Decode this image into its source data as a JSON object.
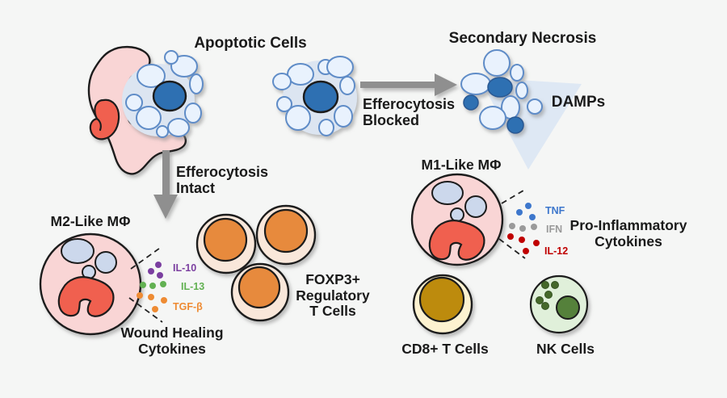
{
  "labels": {
    "apoptotic_cells": "Apoptotic Cells",
    "secondary_necrosis": "Secondary Necrosis",
    "damps": "DAMPs",
    "efferocytosis_blocked_line1": "Efferocytosis",
    "efferocytosis_blocked_line2": "Blocked",
    "efferocytosis_intact_line1": "Efferocytosis",
    "efferocytosis_intact_line2": "Intact",
    "m2_macrophage": "M2-Like MΦ",
    "m1_macrophage": "M1-Like MΦ",
    "wound_healing_line1": "Wound Healing",
    "wound_healing_line2": "Cytokines",
    "foxp3_line1": "FOXP3+",
    "foxp3_line2": "Regulatory",
    "foxp3_line3": "T Cells",
    "pro_inflammatory_line1": "Pro-Inflammatory",
    "pro_inflammatory_line2": "Cytokines",
    "cd8_t_cells": "CD8+ T Cells",
    "nk_cells": "NK Cells"
  },
  "cytokines": {
    "m2_wound_healing": [
      "IL-10",
      "IL-13",
      "TGF-β"
    ],
    "m1_pro_inflammatory": [
      "TNF",
      "IFN",
      "IL-12"
    ]
  },
  "colors": {
    "bg": "#f5f6f5",
    "text": "#1a1a1a",
    "outline": "#1c1c1c",
    "macro-body": "#f9d5d5",
    "macro-nucleus": "#f0604f",
    "vacuole": "#ccd8ec",
    "halo": "#dce5f1",
    "apo-nucleus": "#2f6fb2",
    "bleb-fill": "#e9f2fd",
    "bleb-stroke": "#5f8cc7",
    "arrow": "#8f8f8f",
    "triangle": "#dbe7f4",
    "treg-outer": "#f9e7da",
    "treg-inner": "#e78a3e",
    "cd8-outer": "#fdf2d0",
    "cd8-inner": "#bd8b10",
    "nk-outer": "#e0f0da",
    "nk-inner": "#55813a",
    "nk-granule": "#44682c",
    "il10": "#7b3fa0",
    "il13": "#62b152",
    "tgfb": "#ee8b33",
    "tnf": "#3d77cc",
    "ifn": "#9a9a9a",
    "il12": "#c00000"
  }
}
